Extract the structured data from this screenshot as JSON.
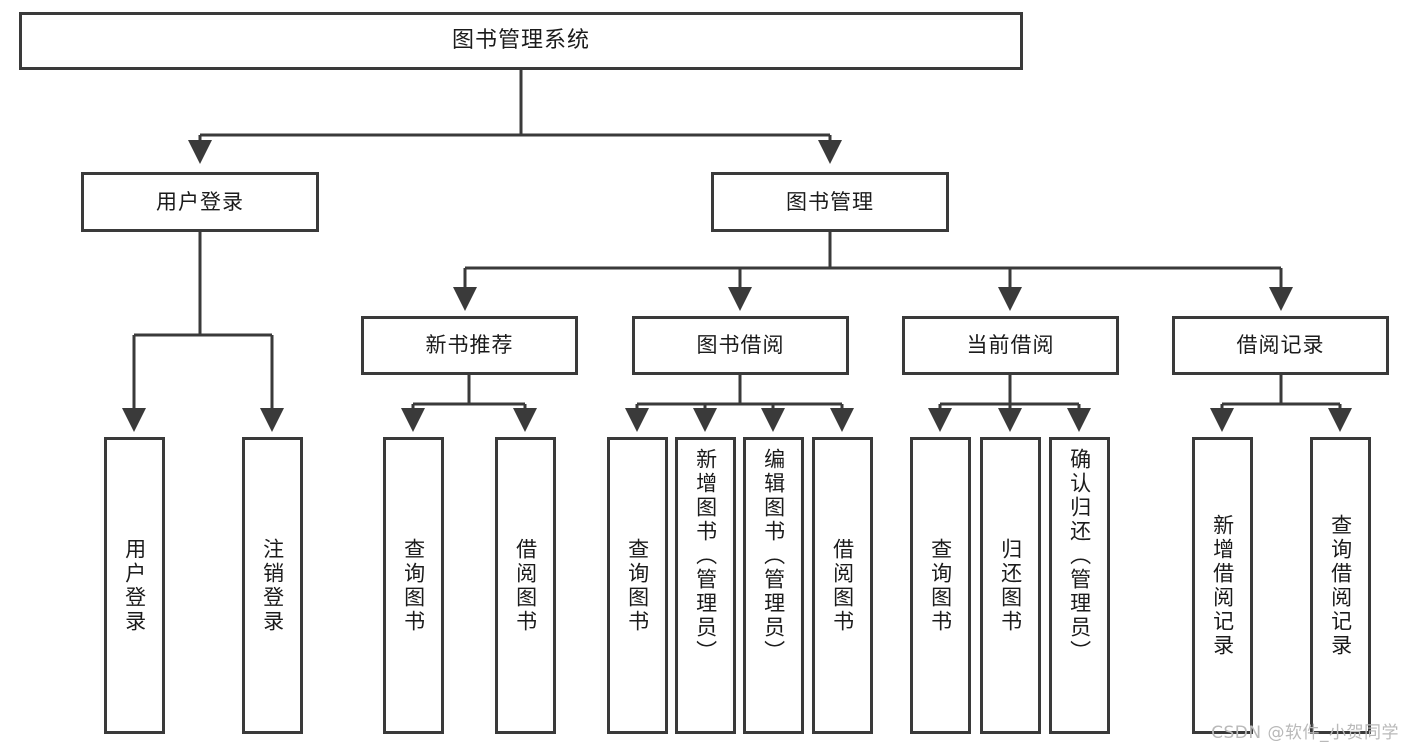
{
  "diagram": {
    "title": "图书管理系统",
    "type": "hierarchy-tree",
    "levels": 4,
    "colors": {
      "box_border": "#3a3a3a",
      "box_fill": "#ffffff",
      "edge": "#3a3a3a",
      "text": "#1b1b1b",
      "watermark": "#b9b9b9"
    },
    "nodes": {
      "root": {
        "label": "图书管理系统"
      },
      "level2": [
        {
          "label": "用户登录"
        },
        {
          "label": "图书管理"
        }
      ],
      "level3": [
        {
          "label": "新书推荐"
        },
        {
          "label": "图书借阅"
        },
        {
          "label": "当前借阅"
        },
        {
          "label": "借阅记录"
        }
      ],
      "leaves": {
        "user_login": [
          {
            "label": "用户登录"
          },
          {
            "label": "注销登录"
          }
        ],
        "new_book_recommend": [
          {
            "label": "查询图书"
          },
          {
            "label": "借阅图书"
          }
        ],
        "book_borrow": [
          {
            "label": "查询图书"
          },
          {
            "label": "新增图书（管理员）"
          },
          {
            "label": "编辑图书（管理员）"
          },
          {
            "label": "借阅图书"
          }
        ],
        "current_borrow": [
          {
            "label": "查询图书"
          },
          {
            "label": "归还图书"
          },
          {
            "label": "确认归还（管理员）"
          }
        ],
        "borrow_record": [
          {
            "label": "新增借阅记录"
          },
          {
            "label": "查询借阅记录"
          }
        ]
      }
    },
    "watermark": "CSDN @软件_小贺同学"
  }
}
